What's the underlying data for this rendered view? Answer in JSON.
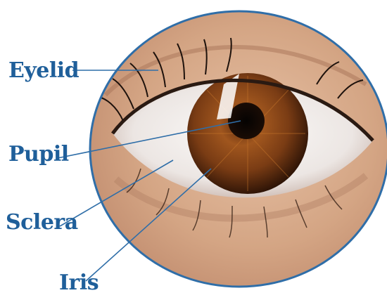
{
  "diagram": {
    "labels": {
      "eyelid": "Eyelid",
      "pupil": "Pupil",
      "sclera": "Sclera",
      "iris": "Iris"
    },
    "colors": {
      "label_text": "#1f5f9a",
      "leader_line": "#2f6ea8",
      "frame_border": "#2f6ea8",
      "iris": "#7a3f18",
      "pupil": "#0a0604",
      "sclera": "#f2f1f0",
      "skin": "#d9ad8f"
    }
  }
}
